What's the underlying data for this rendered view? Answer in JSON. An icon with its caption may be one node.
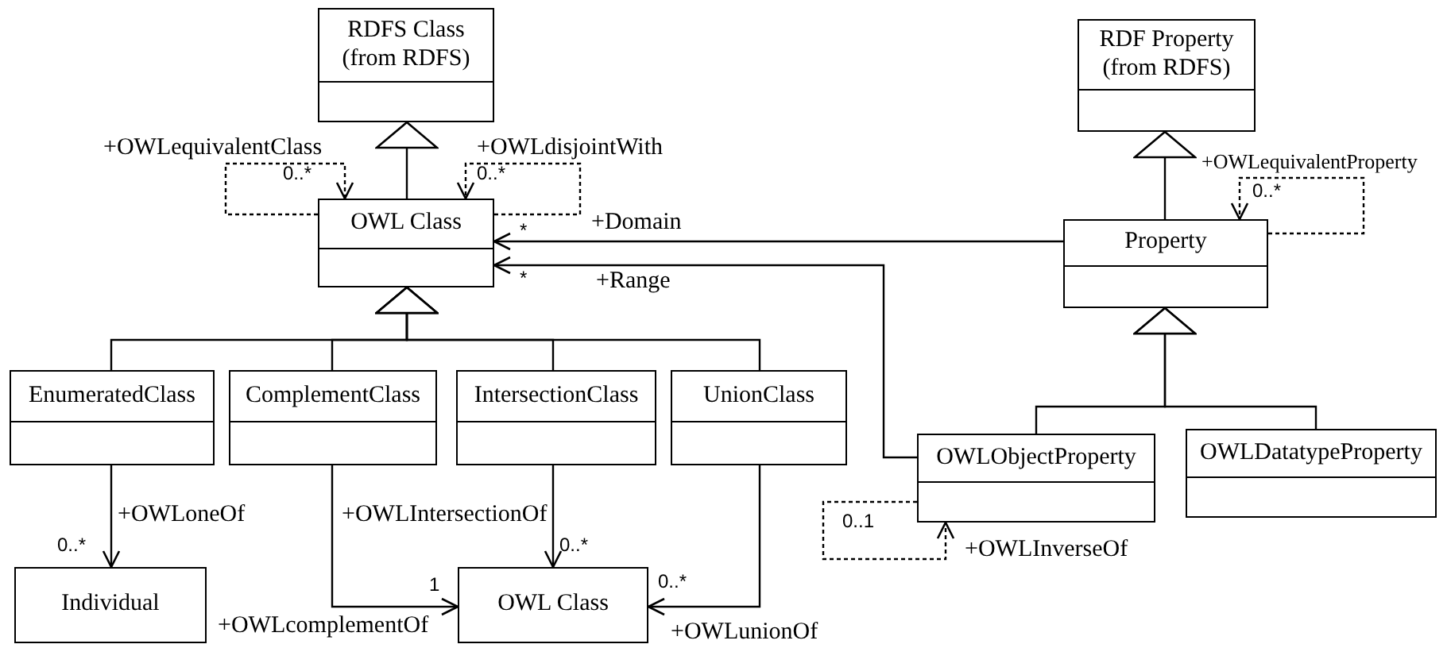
{
  "diagram": {
    "nodes": [
      {
        "text": [
          "RDFS Class",
          "(from RDFS)"
        ]
      },
      {
        "text": [
          "OWL Class"
        ]
      },
      {
        "text": [
          "RDF Property",
          "(from RDFS)"
        ]
      },
      {
        "text": [
          "Property"
        ]
      },
      {
        "text": [
          "EnumeratedClass"
        ]
      },
      {
        "text": [
          "ComplementClass"
        ]
      },
      {
        "text": [
          "IntersectionClass"
        ]
      },
      {
        "text": [
          "UnionClass"
        ]
      },
      {
        "text": [
          "OWLObjectProperty"
        ]
      },
      {
        "text": [
          "OWLDatatypeProperty"
        ]
      },
      {
        "text": [
          "Individual"
        ]
      },
      {
        "text": [
          "OWL Class"
        ]
      }
    ],
    "edges": [
      {
        "from": 1,
        "to": 0,
        "arrow": "to"
      },
      {
        "from": 3,
        "to": 2,
        "arrow": "to"
      },
      {
        "from": 4,
        "to": 1,
        "arrow": "to"
      },
      {
        "from": 5,
        "to": 1,
        "arrow": "to"
      },
      {
        "from": 6,
        "to": 1,
        "arrow": "to"
      },
      {
        "from": 7,
        "to": 1,
        "arrow": "to"
      },
      {
        "from": 8,
        "to": 3,
        "arrow": "to"
      },
      {
        "from": 9,
        "to": 3,
        "arrow": "to"
      },
      {
        "from": 1,
        "to": 1,
        "arrow": "to",
        "label": "+OWLequivalentClass",
        "style": "dashed"
      },
      {
        "from": 1,
        "to": 1,
        "arrow": "to",
        "label": "+OWLdisjointWith",
        "style": "dashed"
      },
      {
        "from": 3,
        "to": 1,
        "arrow": "to",
        "label": "+Domain"
      },
      {
        "from": 8,
        "to": 1,
        "arrow": "to",
        "label": "+Range"
      },
      {
        "from": 4,
        "to": 10,
        "arrow": "to",
        "label": "+OWLoneOf"
      },
      {
        "from": 5,
        "to": 11,
        "arrow": "to",
        "label": "+OWLcomplementOf"
      },
      {
        "from": 6,
        "to": 11,
        "arrow": "to",
        "label": "+OWLIntersectionOf"
      },
      {
        "from": 7,
        "to": 11,
        "arrow": "to",
        "label": "+OWLunionOf"
      },
      {
        "from": 3,
        "to": 3,
        "arrow": "to",
        "label": "+OWLequivalentProperty",
        "style": "dashed"
      },
      {
        "from": 8,
        "to": 8,
        "arrow": "to",
        "label": "+OWLInverseOf",
        "style": "dashed"
      }
    ],
    "labels": [
      "0..*",
      "0..*",
      "*",
      "*",
      "0..*",
      "0..*",
      "1",
      "0..*",
      "0..*",
      "0..1"
    ]
  }
}
